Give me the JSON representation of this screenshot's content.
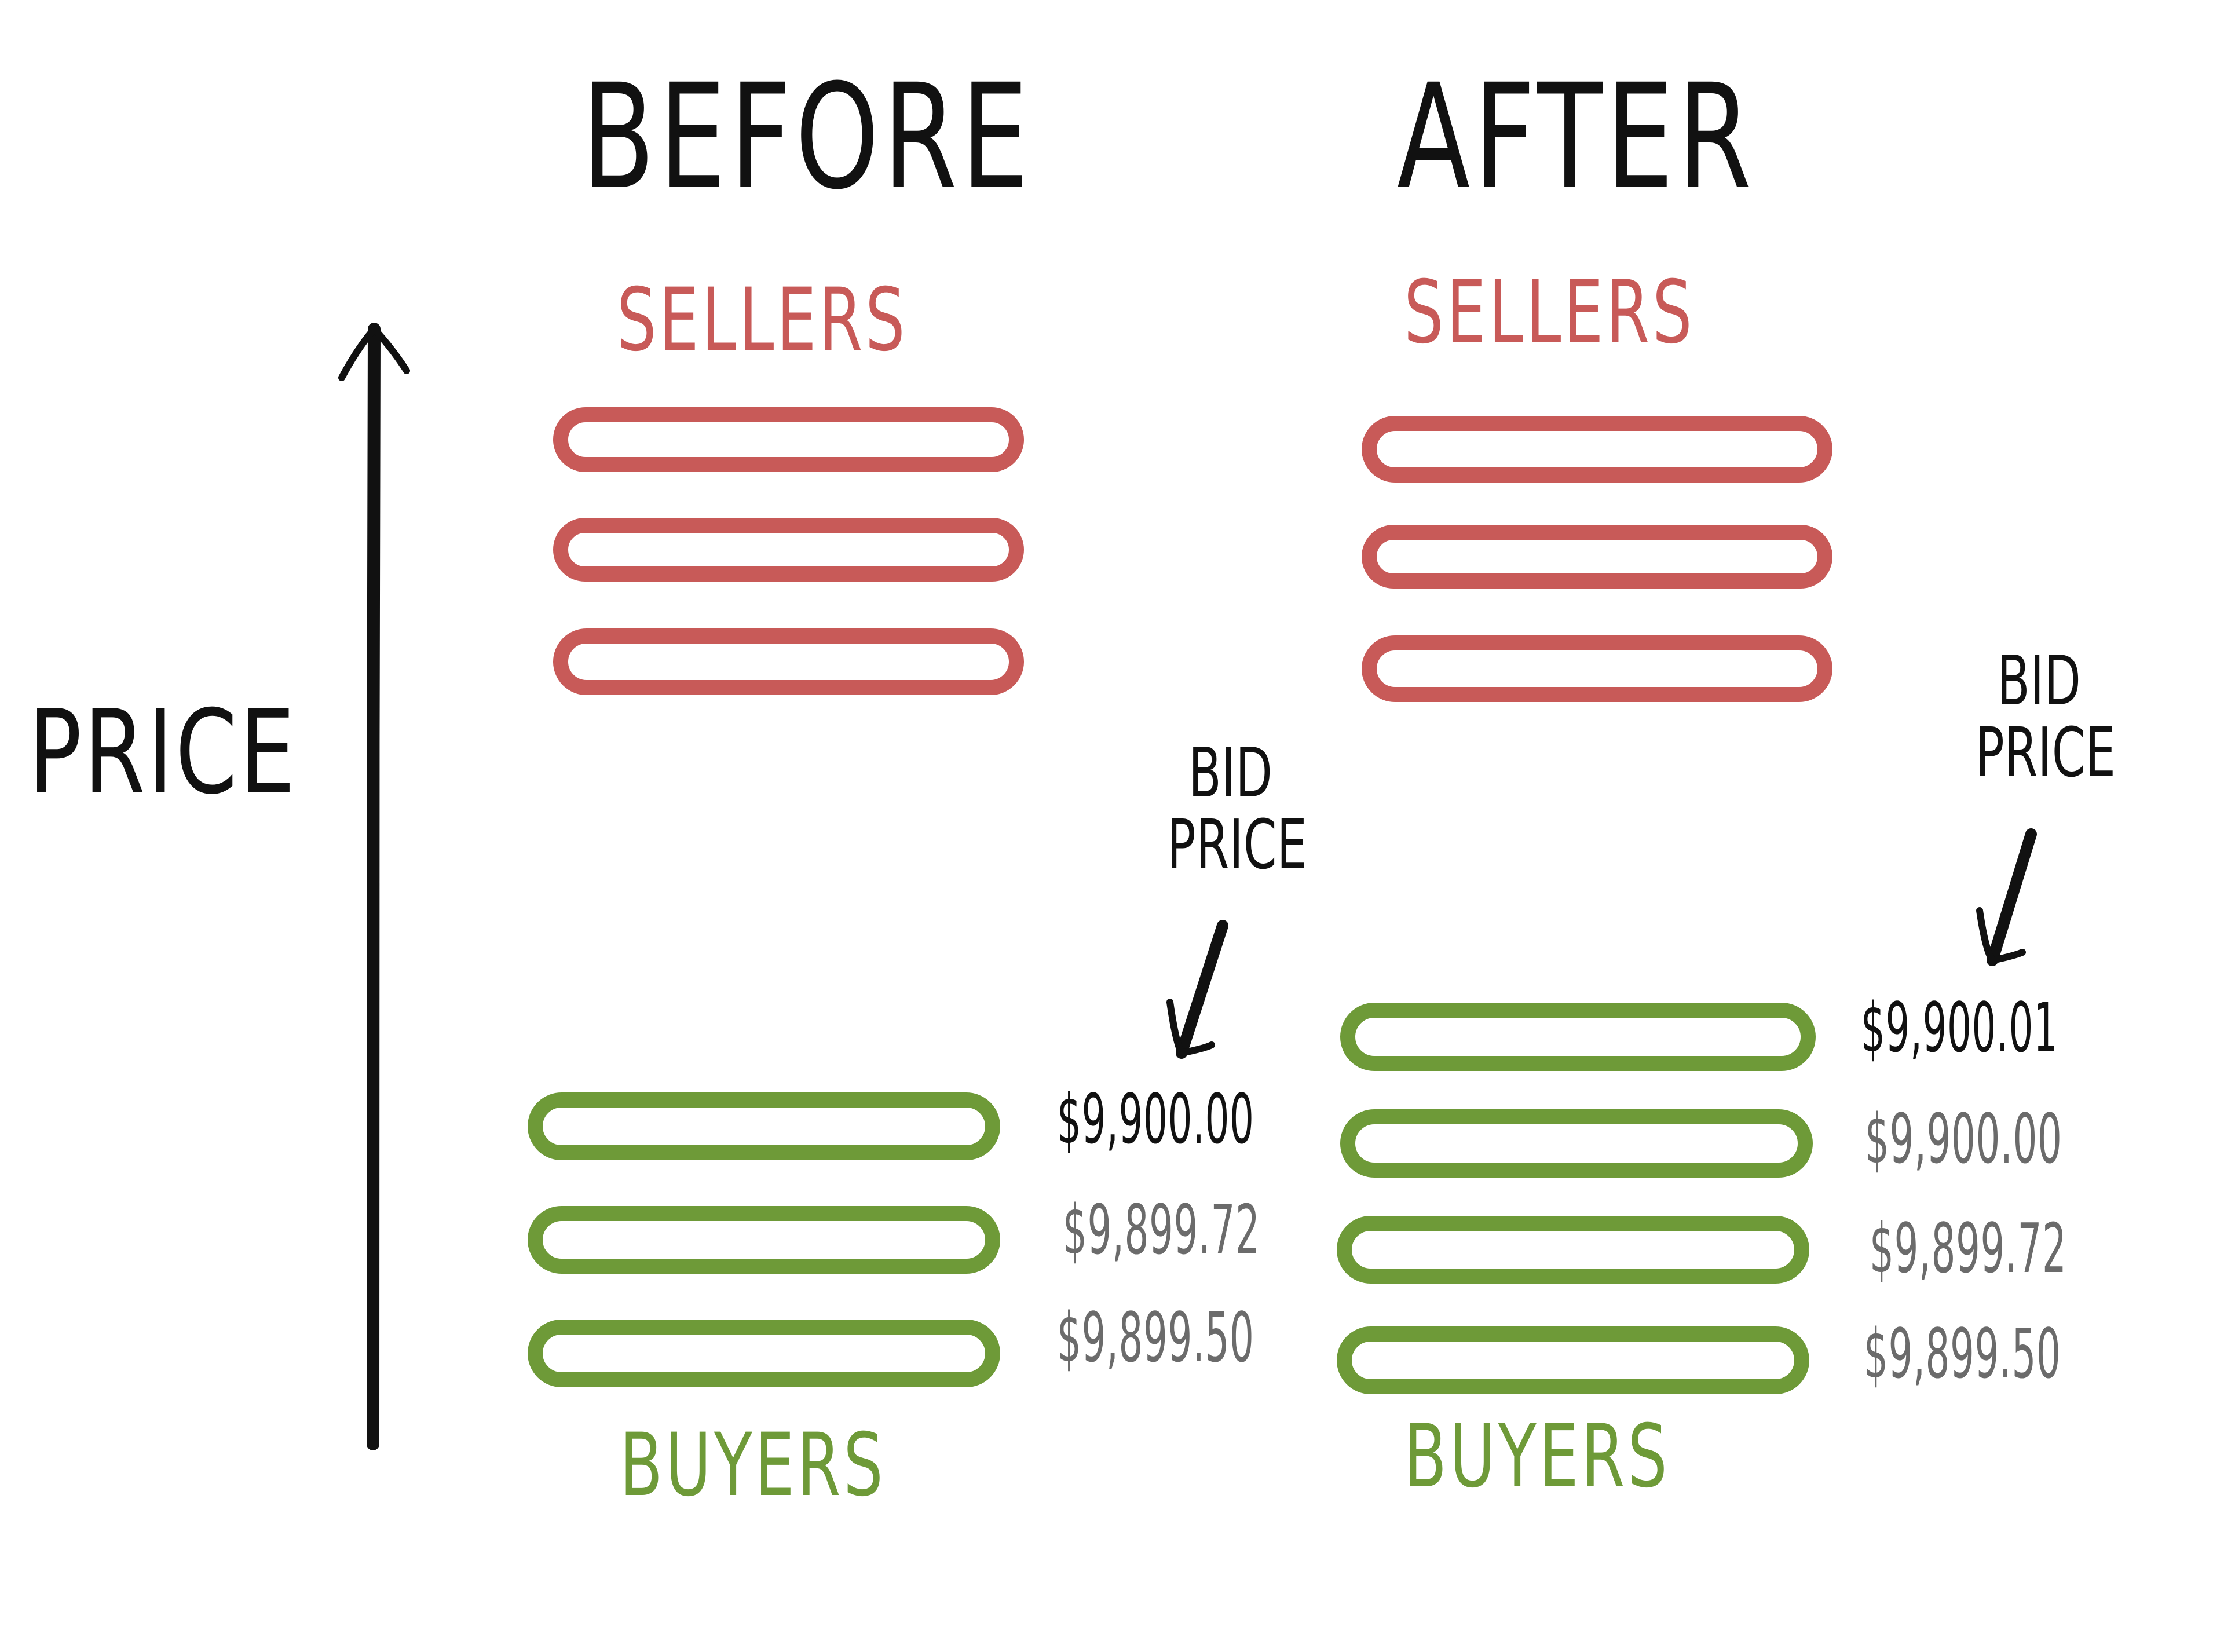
{
  "axis": {
    "label": "PRICE",
    "direction": "up"
  },
  "panels": [
    {
      "title": "BEFORE",
      "sellers_label": "SELLERS",
      "buyers_label": "BUYERS",
      "seller_orders": 3,
      "buyer_orders": [
        {
          "price": "$9,900.00",
          "highlight": true
        },
        {
          "price": "$9,899.72",
          "highlight": false
        },
        {
          "price": "$9,899.50",
          "highlight": false
        }
      ],
      "bid_annotation": "BID\nPRICE",
      "bid_line1": "BID",
      "bid_line2": "PRICE"
    },
    {
      "title": "AFTER",
      "sellers_label": "SELLERS",
      "buyers_label": "BUYERS",
      "seller_orders": 3,
      "buyer_orders": [
        {
          "price": "$9,900.01",
          "highlight": true
        },
        {
          "price": "$9,900.00",
          "highlight": false
        },
        {
          "price": "$9,899.72",
          "highlight": false
        },
        {
          "price": "$9,899.50",
          "highlight": false
        }
      ],
      "bid_line1": "BID",
      "bid_line2": "PRICE"
    }
  ],
  "colors": {
    "sellers": "#c85a58",
    "buyers": "#6e9a38",
    "ink": "#111111",
    "muted_price": "#6b6b6b"
  }
}
